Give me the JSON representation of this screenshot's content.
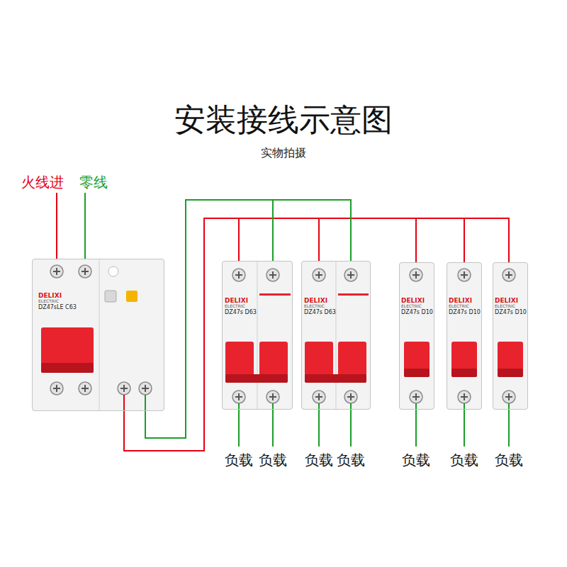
{
  "diagram": {
    "title": "安装接线示意图",
    "caption": "实物拍摄",
    "nodes": [
      {
        "text": [
          "DELIXI",
          "ELECTRIC",
          "DZ47sLE C63"
        ]
      },
      {
        "text": [
          "DELIXI",
          "ELECTRIC",
          "DZ47s D63"
        ]
      },
      {
        "text": [
          "DELIXI",
          "ELECTRIC",
          "DZ47s D63"
        ]
      },
      {
        "text": [
          "DELIXI",
          "ELECTRIC",
          "DZ47s D10"
        ]
      },
      {
        "text": [
          "DELIXI",
          "ELECTRIC",
          "DZ47s D10"
        ]
      },
      {
        "text": [
          "DELIXI",
          "ELECTRIC",
          "DZ47s D10"
        ]
      }
    ],
    "edges": [
      {
        "from": 0,
        "to": 1,
        "arrow": "none"
      },
      {
        "from": 0,
        "to": 2,
        "arrow": "none"
      },
      {
        "from": 0,
        "to": 3,
        "arrow": "none"
      },
      {
        "from": 0,
        "to": 4,
        "arrow": "none"
      },
      {
        "from": 0,
        "to": 5,
        "arrow": "none"
      },
      {
        "from": 0,
        "to": 1,
        "arrow": "none"
      },
      {
        "from": 0,
        "to": 2,
        "arrow": "none"
      }
    ],
    "labels": [
      "火线进",
      "零线",
      "负载",
      "负载",
      "负载",
      "负载",
      "负载",
      "负载",
      "负载"
    ]
  }
}
